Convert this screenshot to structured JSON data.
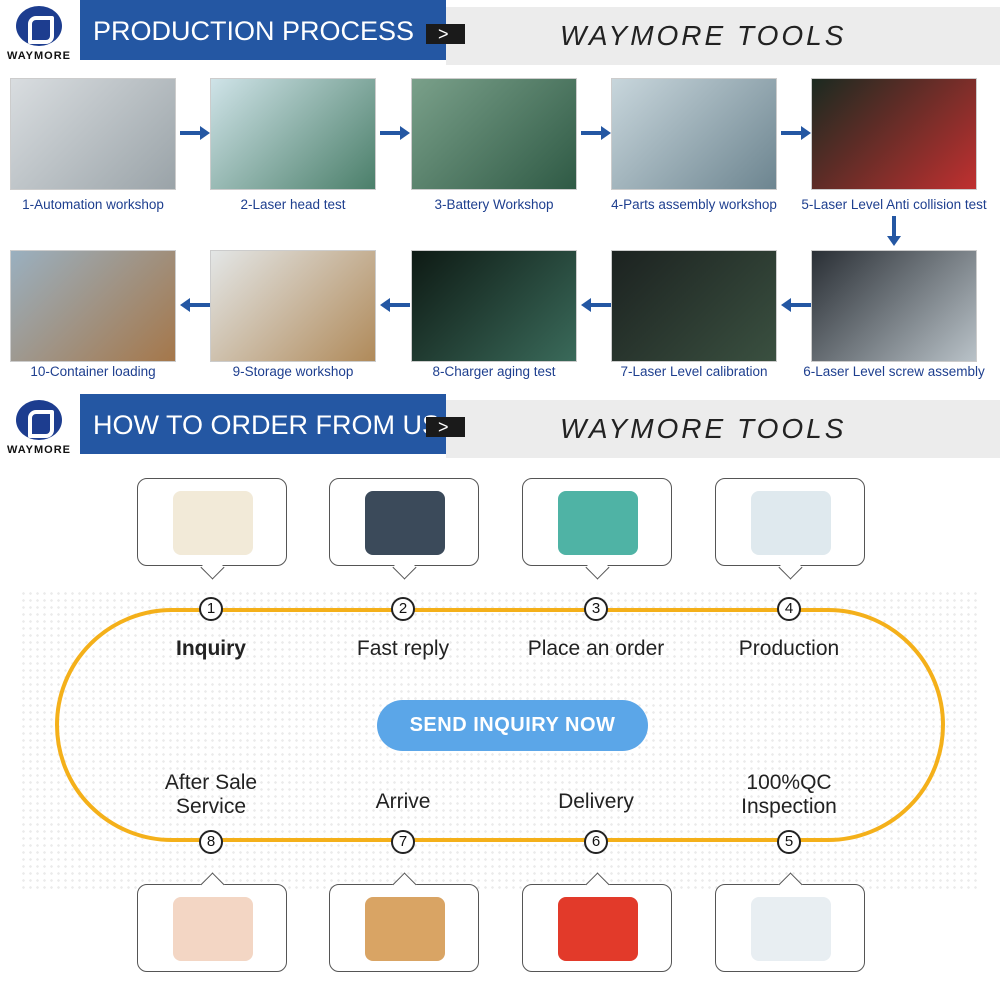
{
  "brand": {
    "logo_text": "WAYMORE",
    "tagline": "WAYMORE TOOLS"
  },
  "production": {
    "title": "PRODUCTION PROCESS",
    "chevron": ">",
    "steps": [
      "1-Automation workshop",
      "2-Laser head test",
      "3-Battery Workshop",
      "4-Parts assembly workshop",
      "5-Laser Level Anti collision test",
      "6-Laser Level screw assembly",
      "7-Laser Level calibration",
      "8-Charger aging test",
      "9-Storage workshop",
      "10-Container loading"
    ]
  },
  "order": {
    "title": "HOW TO ORDER FROM US",
    "chevron": ">",
    "steps": [
      {
        "num": "1",
        "label": "Inquiry"
      },
      {
        "num": "2",
        "label": "Fast reply"
      },
      {
        "num": "3",
        "label": "Place an order"
      },
      {
        "num": "4",
        "label": "Production"
      },
      {
        "num": "5",
        "label": "100%QC Inspection"
      },
      {
        "num": "6",
        "label": "Delivery"
      },
      {
        "num": "7",
        "label": "Arrive"
      },
      {
        "num": "8",
        "label": "After Sale Service"
      }
    ],
    "button": "SEND INQUIRY NOW"
  },
  "colors": {
    "blue_bar": "#2457a3",
    "track": "#f4b01a",
    "button": "#5ba6e8",
    "caption": "#1e3f8f"
  }
}
